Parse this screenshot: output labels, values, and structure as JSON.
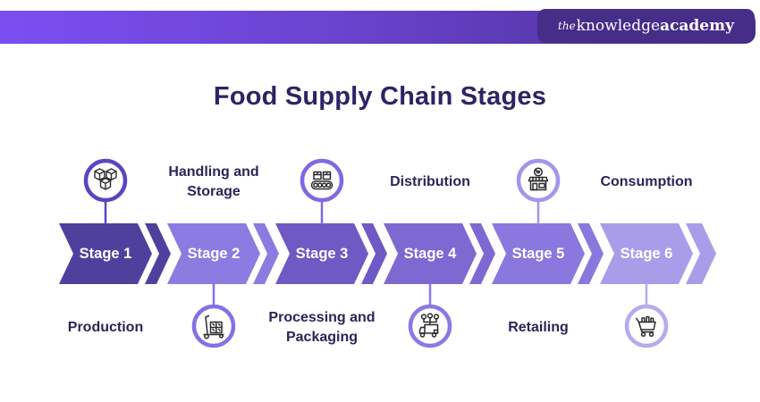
{
  "brand": {
    "logo_the": "the",
    "logo_knowledge": "knowledge",
    "logo_academy": "academy"
  },
  "title": "Food Supply Chain Stages",
  "colors": {
    "topbar_gradient_start": "#7C4EF2",
    "topbar_gradient_end": "#4B2F93",
    "logo_chip": "#452D88",
    "title_text": "#2F2366",
    "phase_label_text": "#2D2357",
    "stage_label_text": "#FFFFFF"
  },
  "stages": [
    {
      "label": "Stage 1",
      "phase": "Production",
      "icon": "stacked-boxes-icon",
      "icon_side": "top",
      "color": "#50409E",
      "ring_color": "#5B44C2"
    },
    {
      "label": "Stage 2",
      "phase": "Handling and Storage",
      "icon": "hand-truck-icon",
      "icon_side": "bottom",
      "color": "#8C7BE0",
      "ring_color": "#8571E5"
    },
    {
      "label": "Stage 3",
      "phase": "Processing and Packaging",
      "icon": "conveyor-belt-icon",
      "icon_side": "top",
      "color": "#6F59C4",
      "ring_color": "#8168E0"
    },
    {
      "label": "Stage 4",
      "phase": "Distribution",
      "icon": "delivery-truck-network-icon",
      "icon_side": "bottom",
      "color": "#7E69D2",
      "ring_color": "#8B77E6"
    },
    {
      "label": "Stage 5",
      "phase": "Retailing",
      "icon": "storefront-icon",
      "icon_side": "top",
      "color": "#8A78DE",
      "ring_color": "#A495EC"
    },
    {
      "label": "Stage 6",
      "phase": "Consumption",
      "icon": "shopping-cart-icon",
      "icon_side": "bottom",
      "color": "#A99DEA",
      "ring_color": "#B5ABEF"
    }
  ]
}
